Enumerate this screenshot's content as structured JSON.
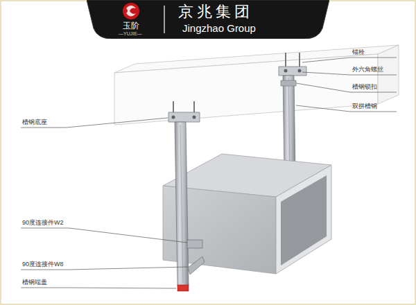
{
  "diagram": {
    "nodes": [
      {
        "text": [
          "玉阶",
          "—YUJIE—",
          "京兆集团",
          "Jingzhao Group"
        ]
      }
    ],
    "labels": [
      "锚栓",
      "外六角螺丝",
      "槽钢锁扣",
      "双拼槽钢",
      "槽钢底座",
      "90度连接件W2",
      "90度连接件W8",
      "槽钢端盖"
    ]
  }
}
